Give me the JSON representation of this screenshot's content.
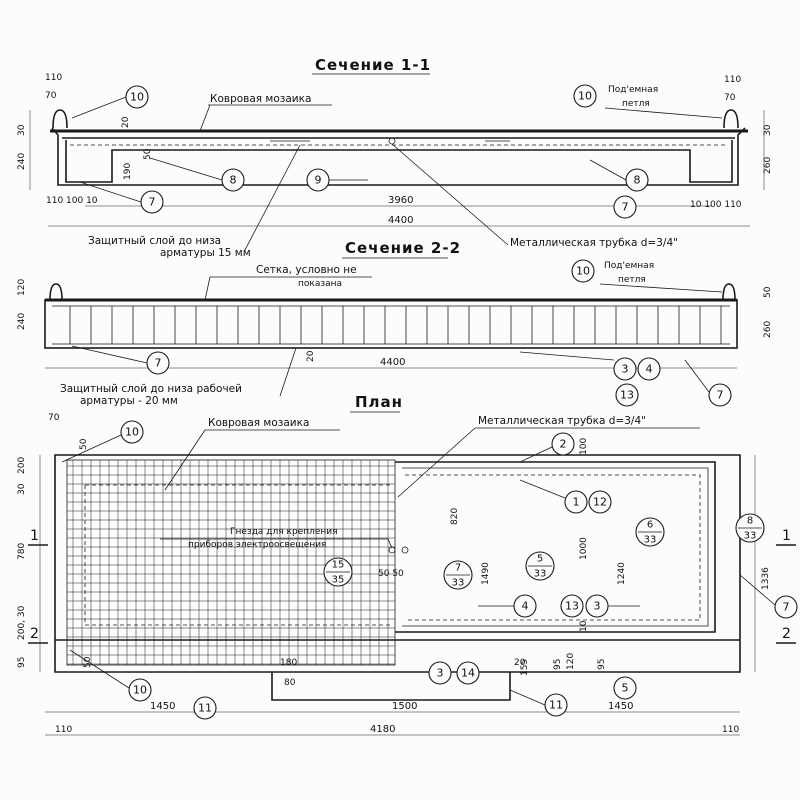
{
  "titles": {
    "section_1": "Сечение 1-1",
    "section_2": "Сечение 2-2",
    "plan": "План"
  },
  "labels": {
    "carpet_mosaic": "Ковровая мозаика",
    "lifting_loop_1": "Под'емная",
    "lifting_loop_2": "петля",
    "metal_tube": "Металлическая трубка d=3/4\"",
    "cover_1": "Защитный слой до низа",
    "cover_1b": "арматуры 15 мм",
    "mesh_1": "Сетка, условно не",
    "mesh_2": "показана",
    "cover_2": "Защитный слой до низа рабочей",
    "cover_2b": "арматуры - 20 мм",
    "sockets_1": "Гнезда для крепления",
    "sockets_2": "приборов электроосвещения",
    "cut_1": "1",
    "cut_2": "2"
  },
  "dimensions": {
    "s1_overall": "4400",
    "s1_inner": "3960",
    "s1_left_parts": "110 100 10",
    "s1_right_parts": "10 100 110",
    "s1_loop_h": "110",
    "s1_loop_w": "70",
    "s1_top": "30",
    "s1_height_left": "240",
    "s1_height_right": "260",
    "s1_rib": "190",
    "s1_slab": "50",
    "s1_top_right": "30",
    "s1_loop_h_r": "110",
    "s1_loop_w_r": "70",
    "s1_t20": "20",
    "s2_overall": "4400",
    "s2_top": "120",
    "s2_height_left": "240",
    "s2_height_right": "260",
    "s2_top_right": "50",
    "s2_small": "20",
    "p_total": "4180",
    "p_left": "1450",
    "p_mid": "1500",
    "p_right": "1450",
    "p_end_l": "110",
    "p_end_r": "110",
    "p_width": "1336",
    "p_inner": "1240",
    "p_1490": "1490",
    "p_1000": "1000",
    "p_820": "820",
    "p_780": "780",
    "p_200a": "200",
    "p_30a": "30",
    "p_200b": "200, 30",
    "p_95": "95",
    "p_70": "70",
    "p_50a": "50",
    "p_50b": "50",
    "p_155": "155",
    "p_95b": "95",
    "p_120": "120",
    "p_95c": "95",
    "p_5050": "50 50",
    "p_10a": "10",
    "p_10b": "10",
    "p_100": "100",
    "p_20": "20",
    "p_180": "180",
    "p_80": "80"
  },
  "callouts": {
    "c10a": "10",
    "c10b": "10",
    "c8a": "8",
    "c9": "9",
    "c8b": "8",
    "c7a": "7",
    "c7b": "7",
    "c10c": "10",
    "c7c": "7",
    "c3a": "3",
    "c4a": "4",
    "c13a": "13",
    "c7d": "7",
    "c10d": "10",
    "c2": "2",
    "c1": "1",
    "c12": "12",
    "c4b": "4",
    "c13b": "13",
    "c3b": "3",
    "c3c": "3",
    "c14": "14",
    "c11a": "11",
    "c11b": "11",
    "c5": "5",
    "c10e": "10",
    "c7e": "7"
  },
  "fractions": {
    "f15_35_n": "15",
    "f15_35_d": "35",
    "f7_33_n": "7",
    "f7_33_d": "33",
    "f5_33_n": "5",
    "f5_33_d": "33",
    "f6_33_n": "6",
    "f6_33_d": "33",
    "f8_33_n": "8",
    "f8_33_d": "33"
  }
}
